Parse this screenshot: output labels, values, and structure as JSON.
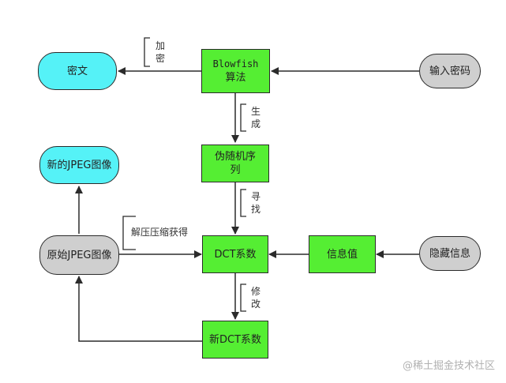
{
  "nodes": {
    "ciphertext": "密文",
    "blowfish_line1": "Blowfish",
    "blowfish_line2": "算法",
    "input_password": "输入密码",
    "prng_line1": "伪随机序",
    "prng_line2": "列",
    "new_jpeg": "新的JPEG图像",
    "orig_jpeg": "原始JPEG图像",
    "dct": "DCT系数",
    "info_value": "信息值",
    "hidden_info": "隐藏信息",
    "new_dct": "新DCT系数"
  },
  "labels": {
    "encrypt": "加\n密",
    "generate": "生\n成",
    "find": "寻\n找",
    "decompress": "解压压缩获得",
    "modify": "修\n改"
  },
  "watermark": "@稀土掘金技术社区",
  "colors": {
    "process": "#55ee33",
    "output": "#55f2f7",
    "input": "#cfcfcf",
    "stroke": "#2b2b2b"
  }
}
